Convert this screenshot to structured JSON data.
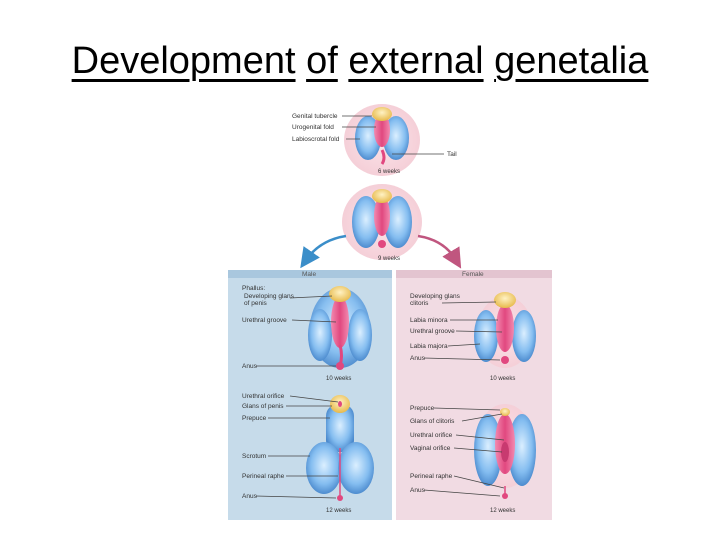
{
  "title": {
    "word1": "Development",
    "word2": "of",
    "word3": "external",
    "word4": "genetalia"
  },
  "top_labels": {
    "genital_tubercle": "Genital tubercle",
    "urogenital_fold": "Urogenital fold",
    "labioscrotal_fold": "Labioscrotal fold",
    "tail": "Tail",
    "stage1": "6 weeks",
    "stage2": "9 weeks"
  },
  "male": {
    "header": "Male",
    "phallus": "Phallus:",
    "glans": "Developing glans",
    "glans2": "of penis",
    "urethral_groove": "Urethral groove",
    "anus": "Anus",
    "stage": "10 weeks",
    "urethral_orifice": "Urethral orifice",
    "glans_of_penis": "Glans of penis",
    "prepuce": "Prepuce",
    "scrotum": "Scrotum",
    "perineal_raphe": "Perineal raphe",
    "anus2": "Anus",
    "stage2": "12 weeks"
  },
  "female": {
    "header": "Female",
    "glans": "Developing glans",
    "glans2": "clitoris",
    "labia_minora": "Labia minora",
    "urethral_groove": "Urethral groove",
    "labia_majora": "Labia majora",
    "anus": "Anus",
    "stage": "10 weeks",
    "prepuce": "Prepuce",
    "glans_of_clitoris": "Glans of clitoris",
    "urethral_orifice": "Urethral orifice",
    "vaginal_orifice": "Vaginal orifice",
    "perineal_raphe": "Perineal raphe",
    "anus2": "Anus",
    "stage2": "12 weeks"
  },
  "colors": {
    "male_panel": "#c6dbea",
    "female_panel": "#f1dbe3",
    "fold_blue": "#6ea9de",
    "fold_pink": "#e85c92",
    "tubercle_yellow": "#f3cf6a",
    "arrow_blue": "#3b8ec9",
    "arrow_pink": "#c0567f"
  }
}
